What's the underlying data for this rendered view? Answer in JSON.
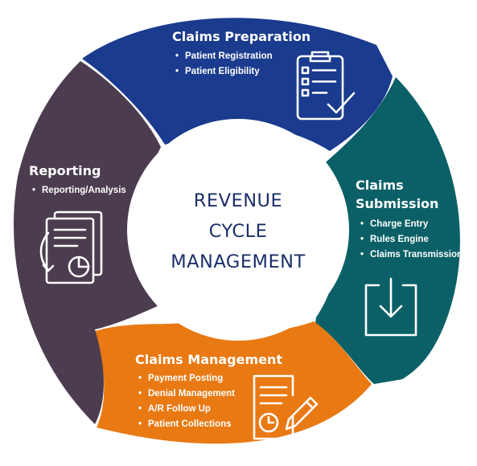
{
  "diagram": {
    "center": {
      "lines": [
        "REVENUE",
        "CYCLE",
        "MANAGEMENT"
      ]
    },
    "segments": [
      {
        "title": "Claims Preparation",
        "color": "#1a3b8e",
        "items": [
          "Patient Registration",
          "Patient Eligibility"
        ],
        "icon": "clipboard-checklist-icon"
      },
      {
        "title_lines": [
          "Claims",
          "Submission"
        ],
        "color": "#0b6067",
        "items": [
          "Charge Entry",
          "Rules Engine",
          "Claims Transmission"
        ],
        "icon": "download-tray-icon"
      },
      {
        "title": "Claims Management",
        "color": "#e87913",
        "items": [
          "Payment Posting",
          "Denial Management",
          "A/R Follow Up",
          "Patient Collections"
        ],
        "icon": "document-clock-pen-icon"
      },
      {
        "title": "Reporting",
        "color": "#4b3c4f",
        "items": [
          "Reporting/Analysis"
        ],
        "icon": "report-pie-chart-icon"
      }
    ]
  }
}
